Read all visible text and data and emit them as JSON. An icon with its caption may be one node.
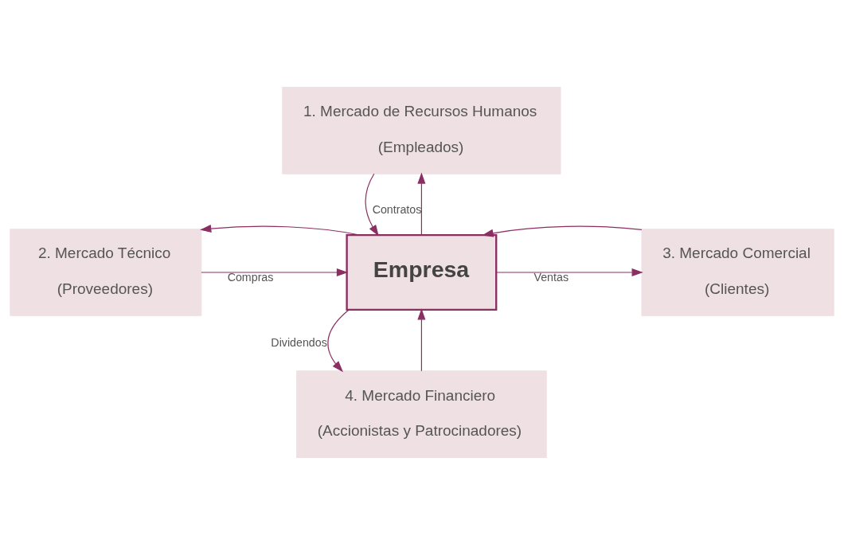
{
  "diagram": {
    "nodes": [
      {
        "text": [
          "4. Mercado Financiero",
          "(Accionistas y Patrocinadores)"
        ]
      },
      {
        "text": [
          "2. Mercado Técnico",
          "(Proveedores)"
        ]
      },
      {
        "text": [
          "Empresa"
        ]
      },
      {
        "text": [
          "3. Mercado Comercial",
          "(Clientes)"
        ]
      },
      {
        "text": [
          "1. Mercado de Recursos Humanos",
          "(Empleados)"
        ]
      }
    ],
    "edges": [
      {
        "from": 0,
        "to": 2,
        "arrow": "to"
      },
      {
        "from": 2,
        "to": 0,
        "arrow": "to",
        "label": "Dividendos"
      },
      {
        "from": 1,
        "to": 2,
        "arrow": "to",
        "label": "Compras"
      },
      {
        "from": 2,
        "to": 1,
        "arrow": "to"
      },
      {
        "from": 2,
        "to": 3,
        "arrow": "to",
        "label": "Ventas"
      },
      {
        "from": 3,
        "to": 2,
        "arrow": "to"
      },
      {
        "from": 2,
        "to": 4,
        "arrow": "to",
        "label": "Contratos"
      },
      {
        "from": 4,
        "to": 2,
        "arrow": "to"
      }
    ]
  }
}
